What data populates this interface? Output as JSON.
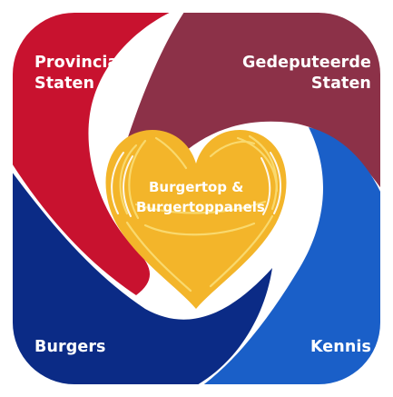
{
  "colors": {
    "provinciale_staten": "#c8122f",
    "gedeputeerde_staten": "#8c3148",
    "burgers": "#0b2b86",
    "kennis": "#1a5fc8",
    "heart": "#f3b52a",
    "heart_scribble": "#fbe07a",
    "text": "#ffffff"
  },
  "quadrants": {
    "provinciale_staten": {
      "line1": "Provinciale",
      "line2": "Staten"
    },
    "gedeputeerde_staten": {
      "line1": "Gedeputeerde",
      "line2": "Staten"
    },
    "burgers": {
      "label": "Burgers"
    },
    "kennis": {
      "label": "Kennis"
    }
  },
  "heart": {
    "line1": "Burgertop &",
    "line2": "Burgertoppanels"
  }
}
